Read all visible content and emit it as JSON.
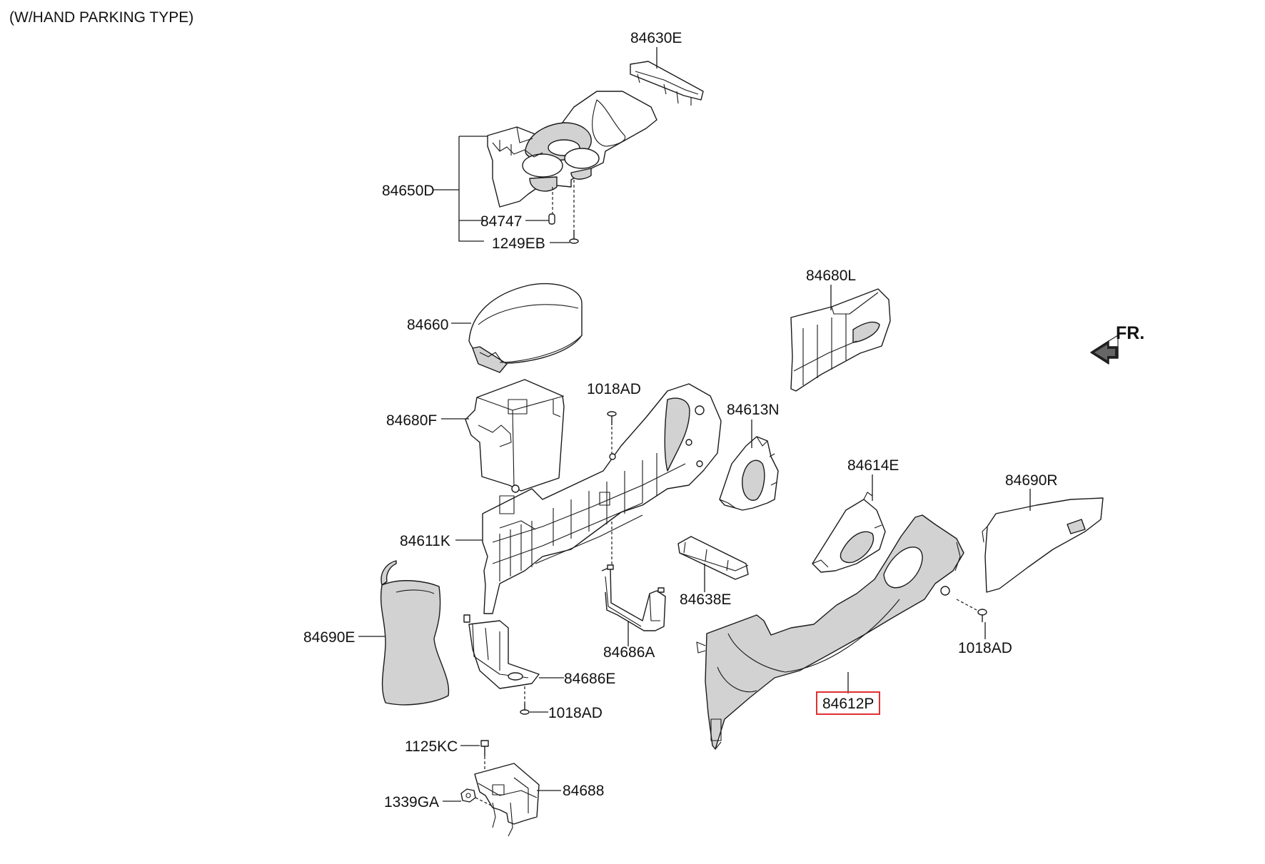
{
  "diagram": {
    "title": "(W/HAND PARKING TYPE)",
    "direction_label": "FR.",
    "highlight_color": "#e03030",
    "line_color": "#1a1a1a",
    "shade_color": "#d2d2d2",
    "labels": {
      "p84630E": "84630E",
      "p84650D": "84650D",
      "p84747": "84747",
      "p1249EB": "1249EB",
      "p84660": "84660",
      "p84680F": "84680F",
      "p1018AD_top": "1018AD",
      "p84611K": "84611K",
      "p84613N": "84613N",
      "p84680L": "84680L",
      "p84614E": "84614E",
      "p84690R": "84690R",
      "p84638E": "84638E",
      "p84690E": "84690E",
      "p84686A": "84686A",
      "p84686E": "84686E",
      "p1018AD_mid": "1018AD",
      "p1018AD_right": "1018AD",
      "p84612P": "84612P",
      "p1125KC": "1125KC",
      "p84688": "84688",
      "p1339GA": "1339GA"
    }
  }
}
